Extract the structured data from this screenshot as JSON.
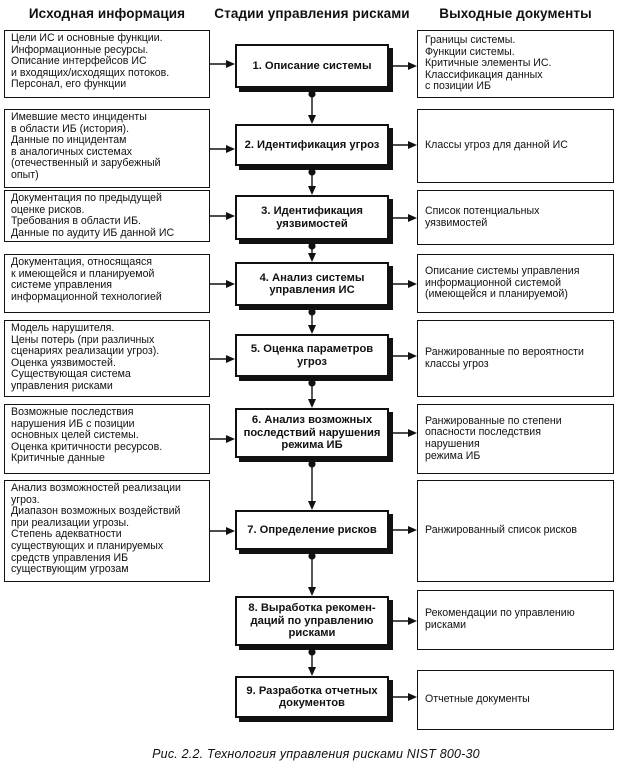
{
  "headers": {
    "input": "Исходная информация",
    "stages": "Стадии управления рисками",
    "output": "Выходные документы"
  },
  "rows": [
    {
      "input": [
        "Цели ИС и основные функции.",
        "Информационные ресурсы.",
        "Описание интерфейсов ИС",
        "и входящих/исходящих потоков.",
        "Персонал, его функции"
      ],
      "stage": [
        "1. Описание системы"
      ],
      "output": [
        "Границы системы.",
        "Функции системы.",
        "Критичные элементы ИС.",
        "Классификация данных",
        "с позиции ИБ"
      ]
    },
    {
      "input": [
        "Имевшие место инциденты",
        "в области ИБ (история).",
        "Данные по инцидентам",
        "в аналогичных системах",
        "(отечественный и зарубежный",
        "опыт)"
      ],
      "stage": [
        "2. Идентификация угроз"
      ],
      "output": [
        "Классы угроз для данной ИС"
      ]
    },
    {
      "input": [
        "Документация по предыдущей",
        "оценке рисков.",
        "Требования в области ИБ.",
        "Данные по аудиту ИБ данной ИС"
      ],
      "stage": [
        "3. Идентификация",
        "уязвимостей"
      ],
      "output": [
        "Список потенциальных",
        "уязвимостей"
      ]
    },
    {
      "input": [
        "Документация, относящаяся",
        "к имеющейся и планируемой",
        "системе управления",
        "информационной технологией"
      ],
      "stage": [
        "4. Анализ системы",
        "управления ИС"
      ],
      "output": [
        "Описание системы управления",
        "информационной системой",
        "(имеющейся и планируемой)"
      ]
    },
    {
      "input": [
        "Модель нарушителя.",
        "Цены потерь (при различных",
        "сценариях реализации угроз).",
        "Оценка уязвимостей.",
        "Существующая система",
        "управления рисками"
      ],
      "stage": [
        "5. Оценка параметров",
        "угроз"
      ],
      "output": [
        "Ранжированные по вероятности",
        "классы угроз"
      ]
    },
    {
      "input": [
        "Возможные последствия",
        "нарушения ИБ с позиции",
        "основных целей системы.",
        "Оценка критичности ресурсов.",
        "Критичные данные"
      ],
      "stage": [
        "6. Анализ возможных",
        "последствий нарушения",
        "режима ИБ"
      ],
      "output": [
        "Ранжированные по степени",
        "опасности последствия",
        "нарушения",
        "режима ИБ"
      ]
    },
    {
      "input": [
        "Анализ возможностей реализации",
        "угроз.",
        "Диапазон возможных воздействий",
        "при реализации угрозы.",
        "Степень адекватности",
        "существующих и планируемых",
        "средств управления ИБ",
        "существующим угрозам"
      ],
      "stage": [
        "7. Определение рисков"
      ],
      "output": [
        "Ранжированный список рисков"
      ]
    },
    {
      "input": [],
      "stage": [
        "8. Выработка рекомен-",
        "даций по управлению",
        "рисками"
      ],
      "output": [
        "Рекомендации по управлению",
        "рисками"
      ]
    },
    {
      "input": [],
      "stage": [
        "9. Разработка отчетных",
        "документов"
      ],
      "output": [
        "Отчетные документы"
      ]
    }
  ],
  "caption": "Рис. 2.2. Технология управления рисками NIST 800-30"
}
